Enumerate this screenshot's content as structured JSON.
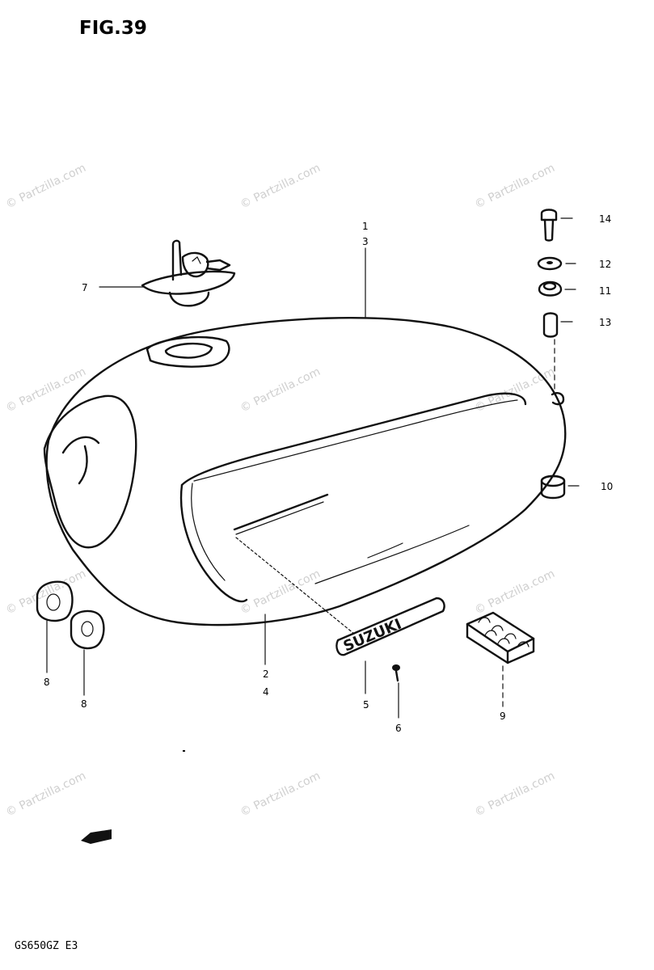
{
  "figure": {
    "title": "FIG.39",
    "model_code": "GS650GZ E3",
    "badge_text": "SUZUKI"
  },
  "callouts": [
    {
      "id": "c1",
      "label": "1"
    },
    {
      "id": "c3",
      "label": "3"
    },
    {
      "id": "c7",
      "label": "7"
    },
    {
      "id": "c14",
      "label": "14"
    },
    {
      "id": "c12",
      "label": "12"
    },
    {
      "id": "c11",
      "label": "11"
    },
    {
      "id": "c13",
      "label": "13"
    },
    {
      "id": "c10",
      "label": "10"
    },
    {
      "id": "c2",
      "label": "2"
    },
    {
      "id": "c4",
      "label": "4"
    },
    {
      "id": "c5",
      "label": "5"
    },
    {
      "id": "c6",
      "label": "6"
    },
    {
      "id": "c9",
      "label": "9"
    },
    {
      "id": "c8a",
      "label": "8"
    },
    {
      "id": "c8b",
      "label": "8"
    }
  ],
  "watermark": {
    "text": "© Partzilla.com",
    "color": "#cfcfcf"
  },
  "colors": {
    "ink": "#111111",
    "background": "#ffffff"
  }
}
